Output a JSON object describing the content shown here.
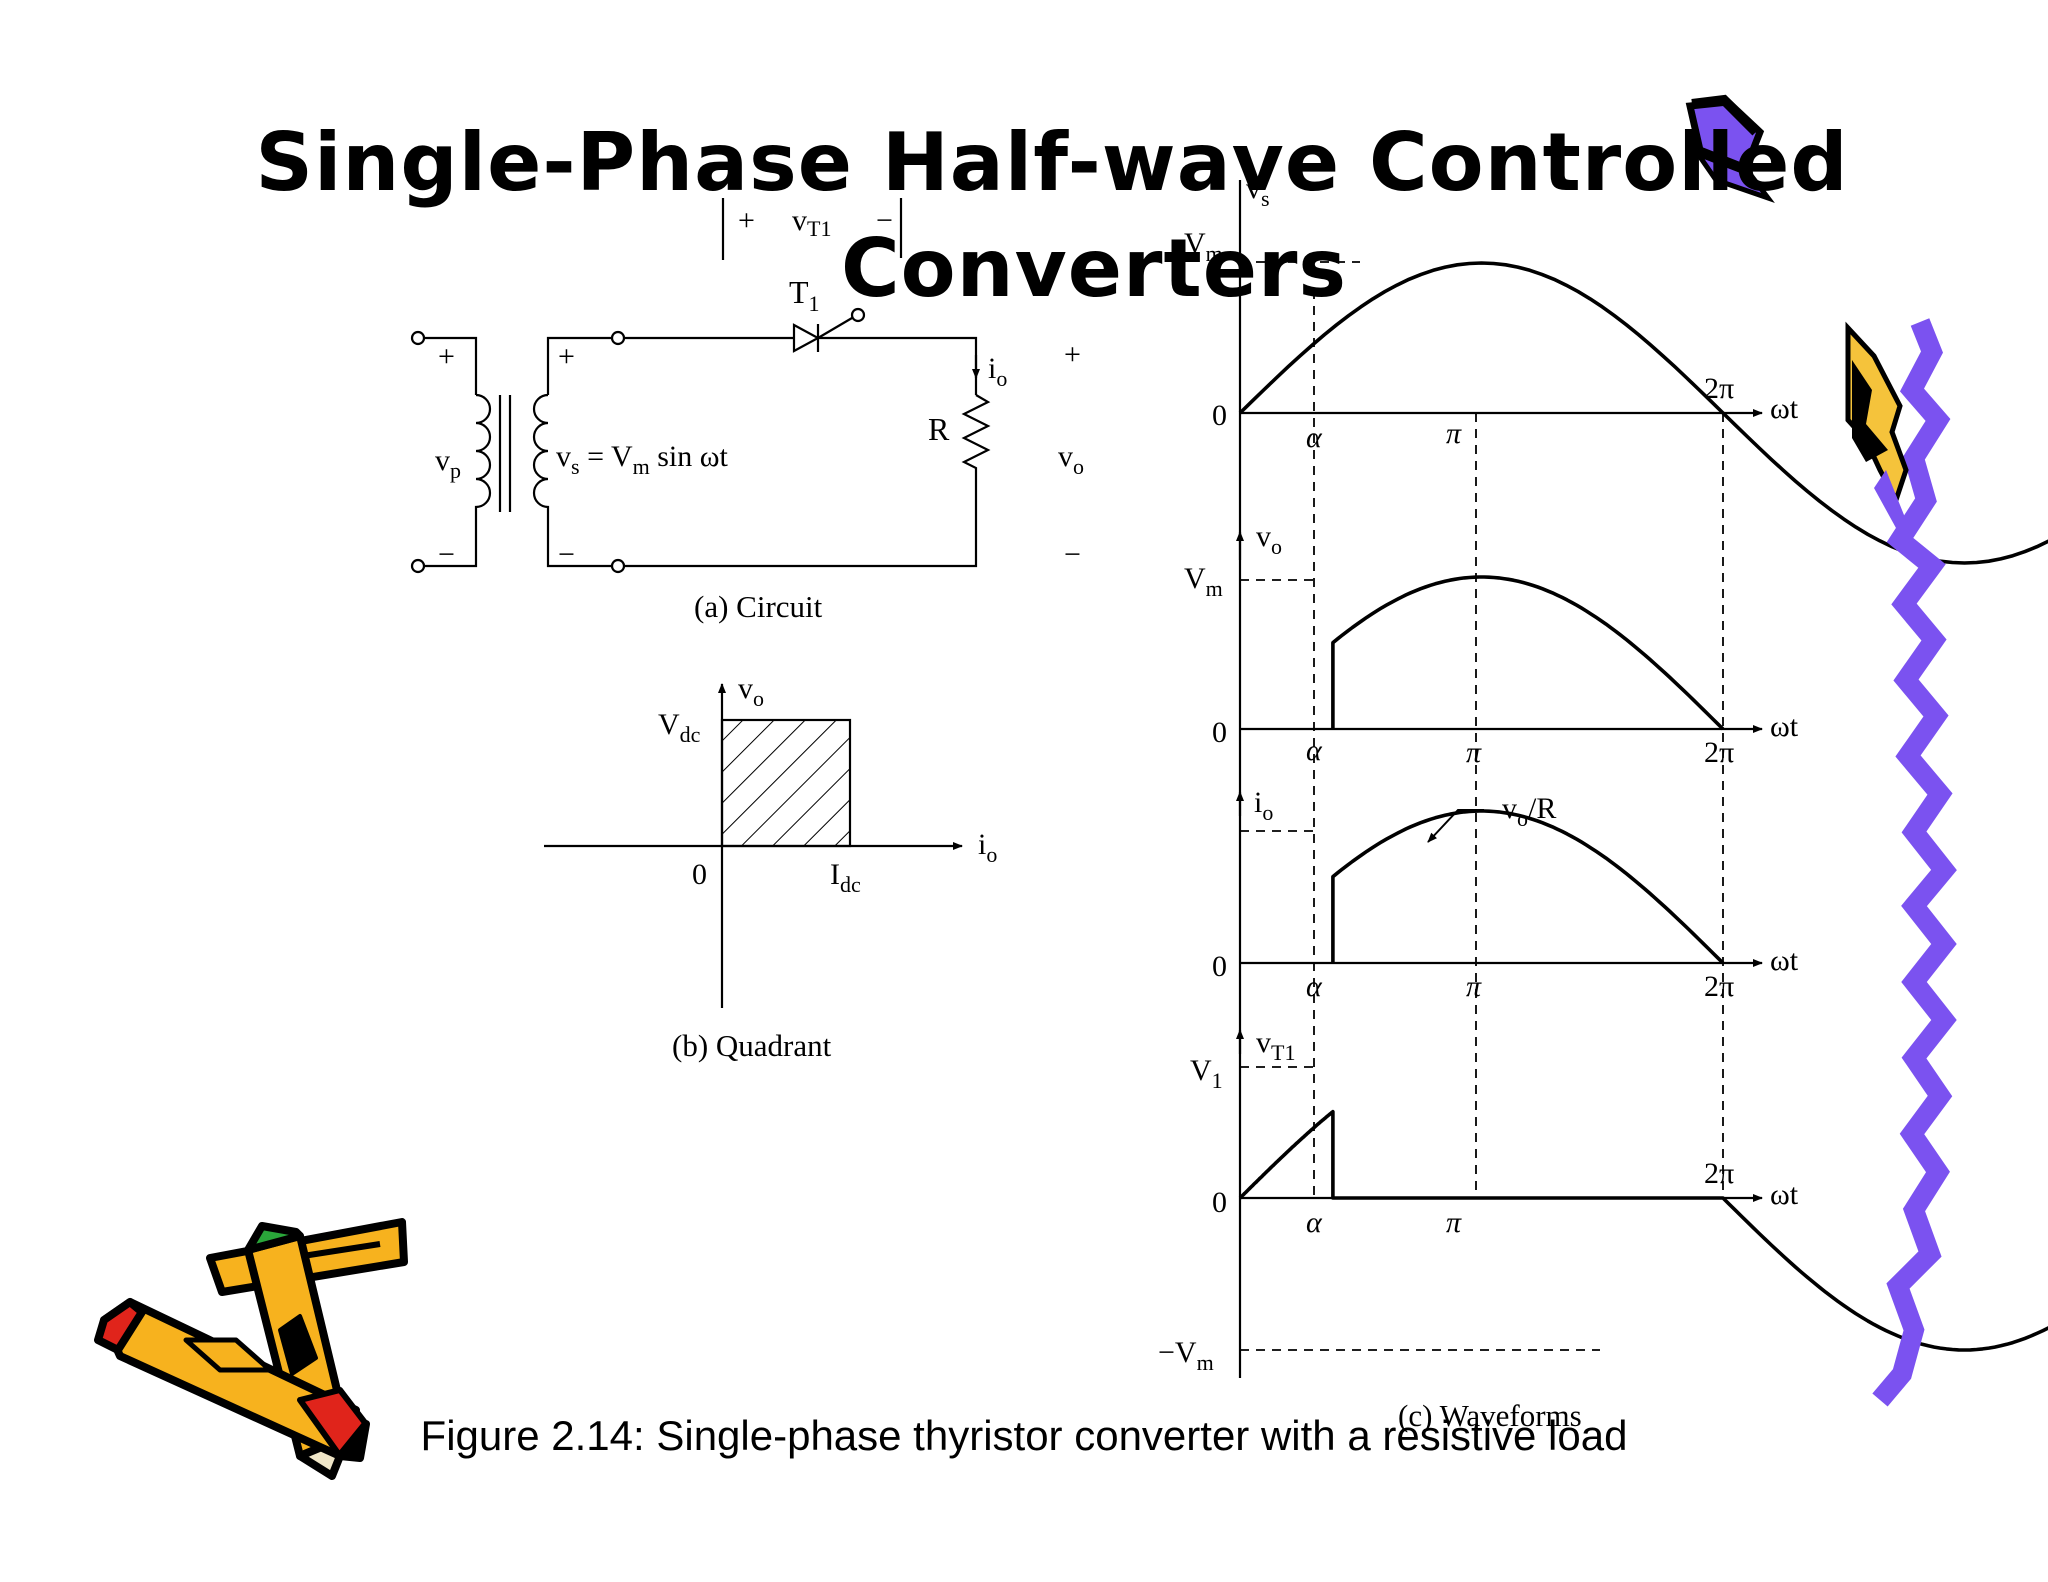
{
  "slide": {
    "title_line1": "Single-Phase Half-wave Controlled",
    "title_line2": "Converters",
    "caption": "Figure 2.14: Single-phase thyristor converter with a resistive load"
  },
  "circuit": {
    "vt1_plus": "+",
    "vt1_label": "v",
    "vt1_sub": "T1",
    "vt1_minus": "−",
    "t1_label": "T",
    "t1_sub": "1",
    "io_label": "i",
    "io_sub": "o",
    "r_label": "R",
    "vp_label": "v",
    "vp_sub": "p",
    "vs_eq_v": "v",
    "vs_eq_s": "s",
    "vs_eq_mid": " = V",
    "vs_eq_m": "m",
    "vs_eq_tail": " sin ωt",
    "vo_label": "v",
    "vo_sub": "o",
    "plus": "+",
    "minus": "−",
    "caption": "(a) Circuit"
  },
  "quadrant": {
    "y_label": "v",
    "y_sub": "o",
    "x_label": "i",
    "x_sub": "o",
    "vdc": "V",
    "vdc_sub": "dc",
    "idc": "I",
    "idc_sub": "dc",
    "origin": "0",
    "caption": "(b) Quadrant"
  },
  "waveforms": {
    "vs_axis": "v",
    "vs_sub": "s",
    "vm": "V",
    "vm_sub": "m",
    "zero": "0",
    "alpha": "α",
    "pi": "π",
    "two_pi": "2π",
    "wt": "ωt",
    "vo_axis": "v",
    "vo_sub": "o",
    "io_axis": "i",
    "io_sub": "o",
    "vo_over_r": "v",
    "vo_over_r_sub": "o",
    "vo_over_r_tail": "/R",
    "vt1_axis": "v",
    "vt1_sub": "T1",
    "v1": "V",
    "v1_sub": "1",
    "neg_vm": "−V",
    "neg_vm_sub": "m",
    "caption": "(c) Waveforms"
  },
  "colors": {
    "ink": "#000000",
    "wave_purple": "#7b52f0",
    "pencil_orange": "#f7b21e",
    "pencil_red": "#e0241b",
    "pencil_green": "#2aa63a",
    "cap_yellow": "#f5c33b"
  },
  "icons": {
    "pencils": "crossed-pencils-clipart",
    "wave_border": "purple-zigzag-border",
    "cap_corner": "graduation-cap-clipart"
  }
}
